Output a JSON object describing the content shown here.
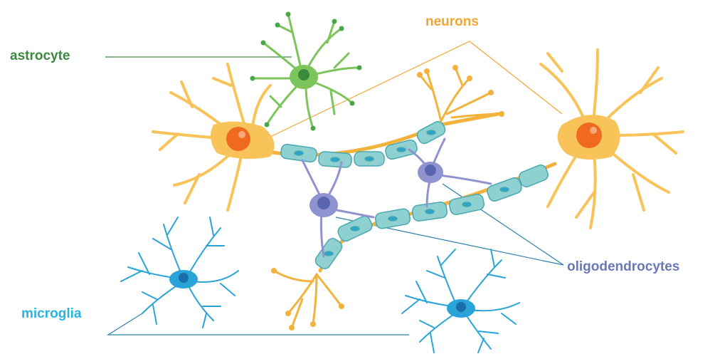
{
  "labels": {
    "astrocyte": "astrocyte",
    "neurons": "neurons",
    "oligodendrocytes": "oligodendrocytes",
    "microglia": "microglia"
  },
  "colors": {
    "astrocyte": "#3a8a3e",
    "neurons": "#f2a531",
    "oligodendrocytes": "#6b78b8",
    "microglia": "#29b4e3",
    "neuron_body": "#f8c45a",
    "neuron_nucleus": "#ef6a1f",
    "astrocyte_body": "#7cc55b",
    "oligo_body": "#8f93d0",
    "microglia_body": "#2aa4d8",
    "myelin": "#8fd0d0"
  },
  "icons": [
    "astrocyte-cell-icon",
    "neuron-cell-icon",
    "oligodendrocyte-cell-icon",
    "microglia-cell-icon",
    "myelin-sheath-icon"
  ]
}
